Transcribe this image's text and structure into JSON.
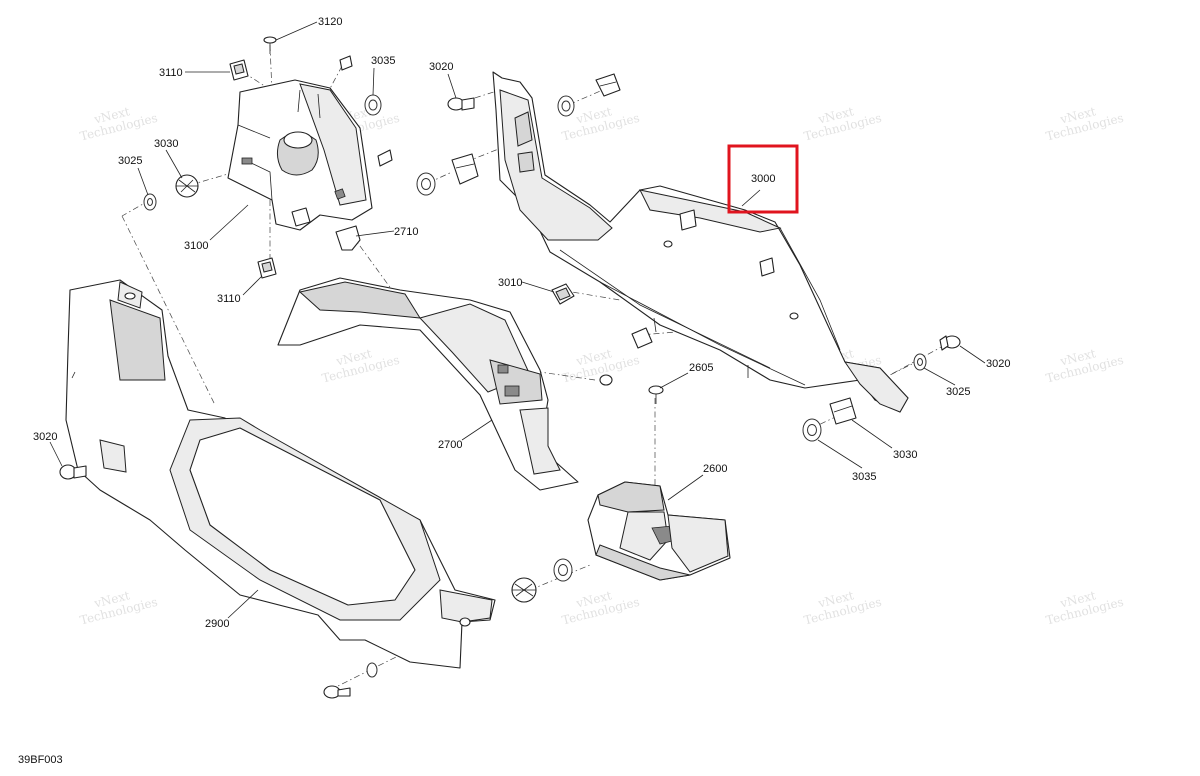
{
  "diagram": {
    "code": "39BF003",
    "watermark": {
      "line1": "vNext",
      "line2": "Technologies",
      "combined": "vNext Technologies"
    },
    "highlight_color": "#e0141e",
    "callouts": {
      "c3120": "3120",
      "c3110a": "3110",
      "c3035a": "3035",
      "c3020a": "3020",
      "c3030a": "3030",
      "c3025a": "3025",
      "c3100": "3100",
      "c3110b": "3110",
      "c2710": "2710",
      "c3000": "3000",
      "c3010": "3010",
      "c3020b": "3020",
      "c3025b": "3025",
      "c3030b": "3030",
      "c3035b": "3035",
      "c2605": "2605",
      "c2700": "2700",
      "c2600": "2600",
      "c3020c": "3020",
      "c2900": "2900"
    }
  }
}
